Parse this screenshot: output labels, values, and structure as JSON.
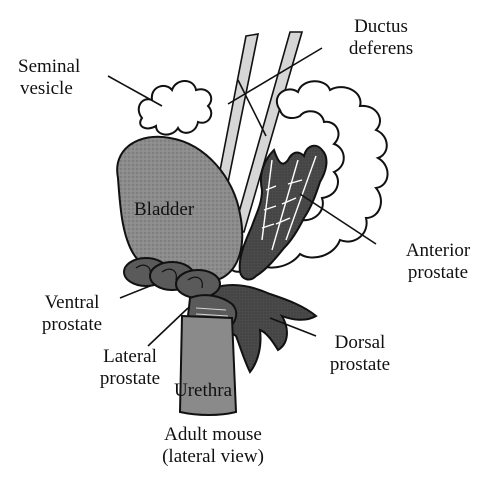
{
  "labels": {
    "seminal_vesicle": [
      "Seminal",
      "vesicle"
    ],
    "ductus_deferens": [
      "Ductus",
      "deferens"
    ],
    "bladder": "Bladder",
    "anterior_prostate": [
      "Anterior",
      "prostate"
    ],
    "ventral_prostate": [
      "Ventral",
      "prostate"
    ],
    "lateral_prostate": [
      "Lateral",
      "prostate"
    ],
    "dorsal_prostate": [
      "Dorsal",
      "prostate"
    ],
    "urethra": "Urethra"
  },
  "caption": [
    "Adult mouse",
    "(lateral view)"
  ],
  "colors": {
    "bladder": "#8c8c8c",
    "anterior_prostate": "#4a4a4a",
    "dorsal_prostate": "#353535",
    "ventral_prostate": "#5a5a5a",
    "urethra": "#8a8a8a",
    "outline": "#111111",
    "background": "#ffffff"
  }
}
